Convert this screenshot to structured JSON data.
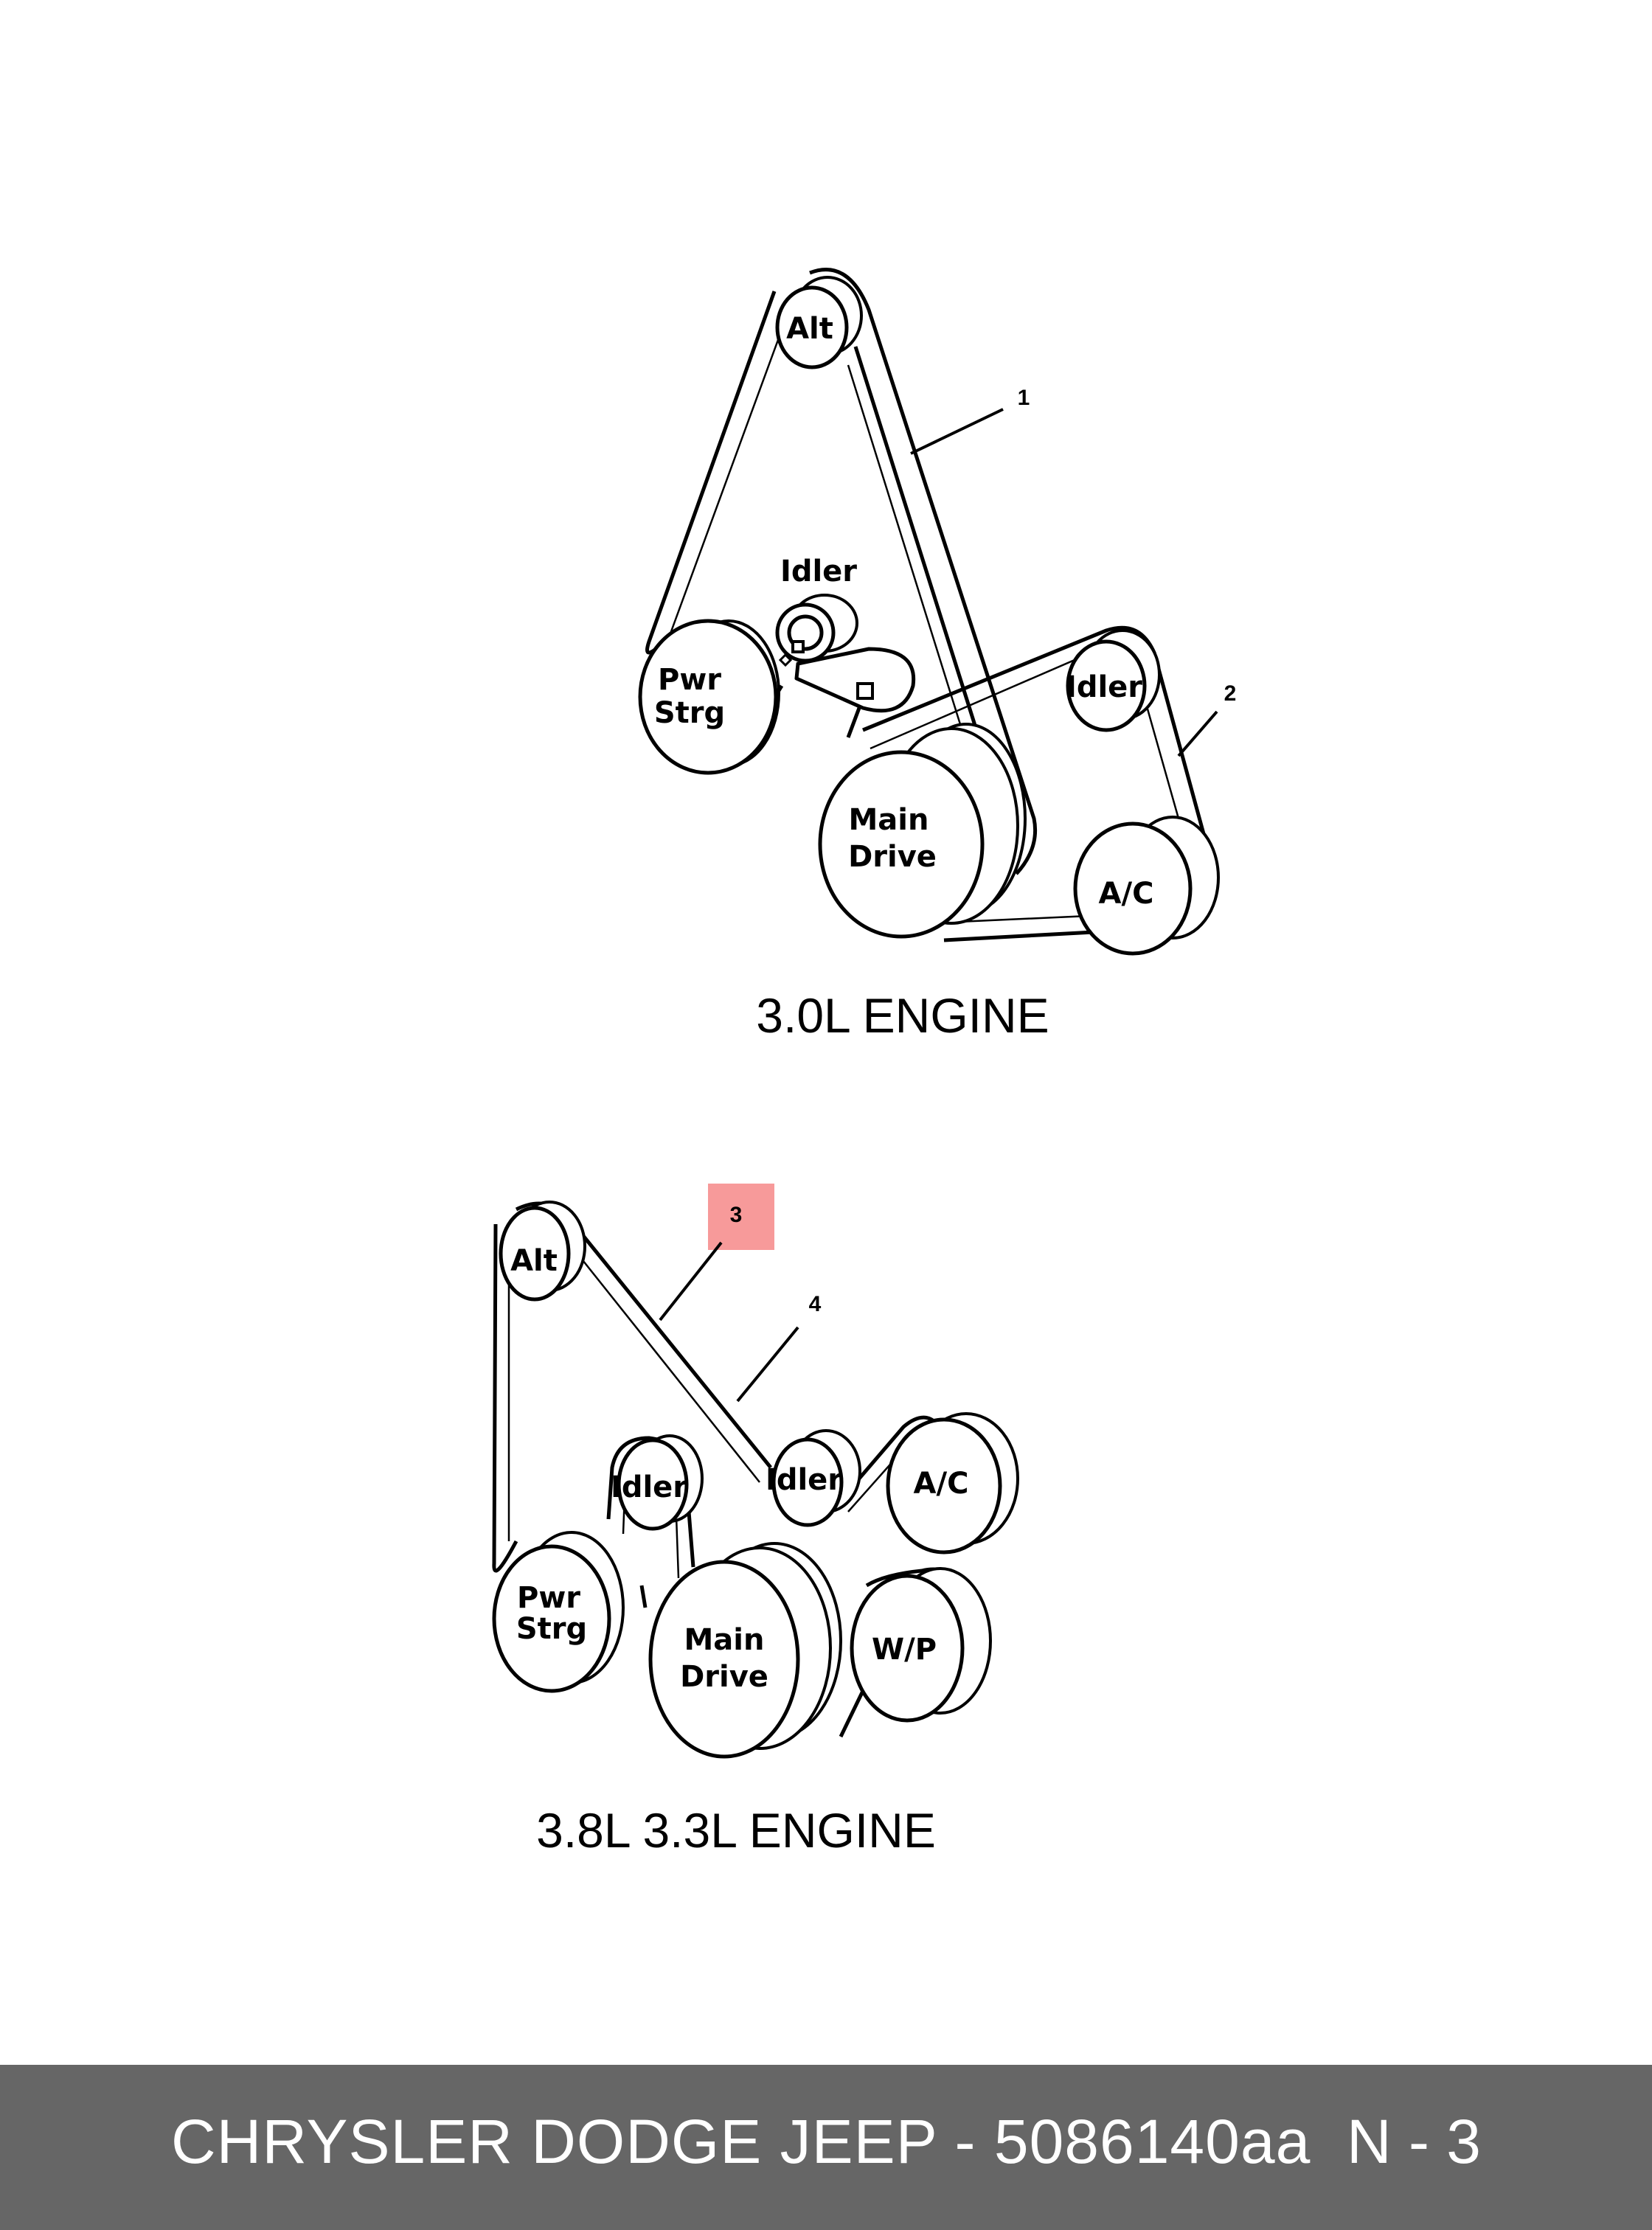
{
  "diagram_top": {
    "title": "3.0L  ENGINE",
    "pulleys": {
      "alt": "Alt",
      "pwr_strg_line1": "Pwr",
      "pwr_strg_line2": "Strg",
      "idler_upper": "Idler",
      "idler_right": "Idler",
      "main_line1": "Main",
      "main_line2": "Drive",
      "ac": "A/C"
    },
    "callouts": [
      "1",
      "2"
    ]
  },
  "diagram_bottom": {
    "title": "3.8L  3.3L  ENGINE",
    "pulleys": {
      "alt": "Alt",
      "idler_left": "Idler",
      "idler_right": "Idler",
      "ac": "A/C",
      "pwr_strg_line1": "Pwr",
      "pwr_strg_line2": "Strg",
      "main_line1": "Main",
      "main_line2": "Drive",
      "wp": "W/P"
    },
    "callouts": [
      "3",
      "4"
    ],
    "highlighted_callout": "3",
    "highlight_color": "#f79a9a"
  },
  "footer": {
    "text": "CHRYSLER DODGE JEEP - 5086140aa",
    "page": "N - 3",
    "background": "#666666"
  }
}
